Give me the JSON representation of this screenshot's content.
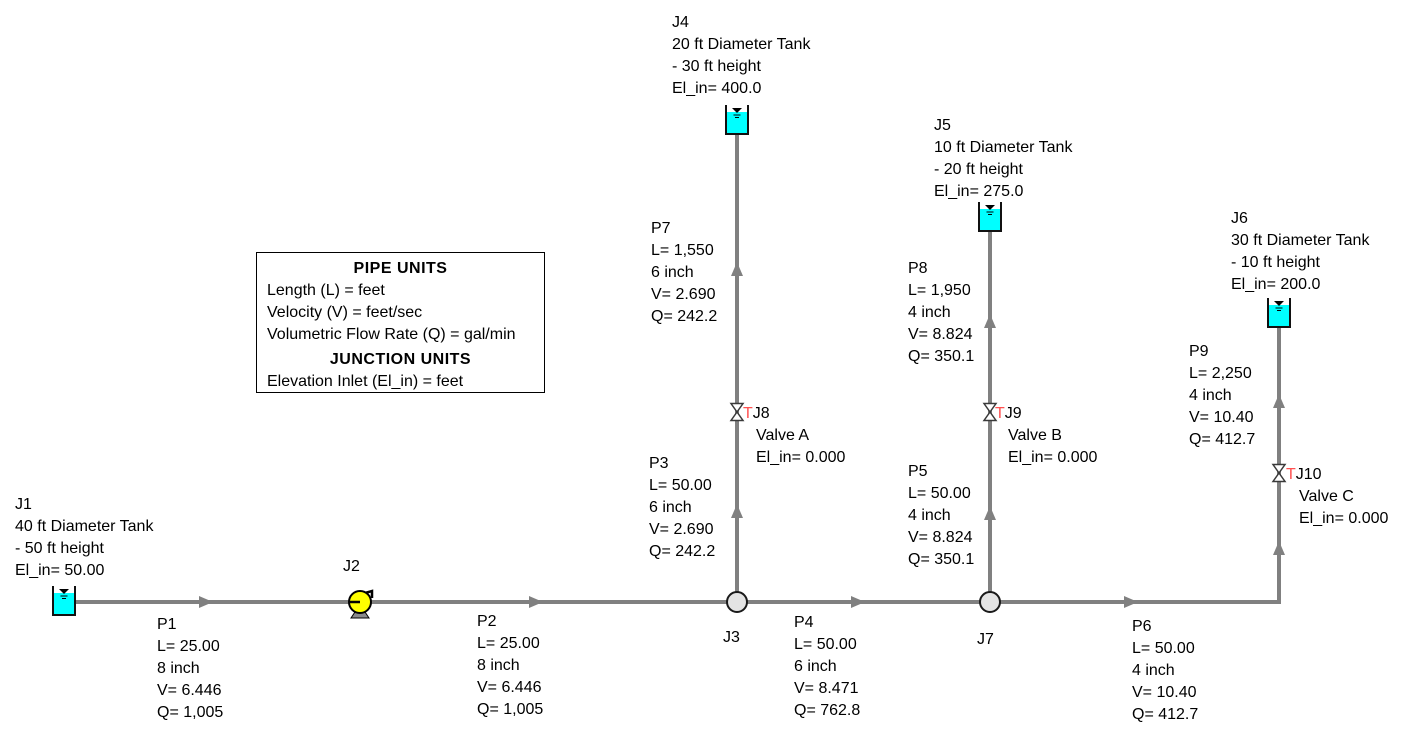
{
  "diagram": {
    "legend": {
      "pipe_units_title": "PIPE UNITS",
      "pipe_unit_lines": [
        "Length (L) = feet",
        "Velocity (V) = feet/sec",
        "Volumetric Flow Rate (Q) = gal/min"
      ],
      "junction_units_title": "JUNCTION UNITS",
      "junction_unit_lines": [
        "Elevation Inlet (El_in) = feet"
      ]
    },
    "junction_labels": {
      "j1": [
        "J1",
        "40 ft Diameter Tank",
        "- 50 ft height",
        "El_in= 50.00"
      ],
      "j2": "J2",
      "j3": "J3",
      "j4": [
        "J4",
        "20 ft Diameter Tank",
        "- 30 ft height",
        "El_in= 400.0"
      ],
      "j5": [
        "J5",
        "10 ft Diameter Tank",
        "- 20 ft height",
        "El_in= 275.0"
      ],
      "j6": [
        "J6",
        "30 ft Diameter Tank",
        "- 10 ft height",
        "El_in= 200.0"
      ],
      "j7": "J7",
      "j8": {
        "tee": "T",
        "id": "J8",
        "name": "Valve A",
        "elev": "El_in= 0.000"
      },
      "j9": {
        "tee": "T",
        "id": "J9",
        "name": "Valve B",
        "elev": "El_in= 0.000"
      },
      "j10": {
        "tee": "T",
        "id": "J10",
        "name": "Valve C",
        "elev": "El_in= 0.000"
      }
    },
    "pipe_labels": {
      "p1": [
        "P1",
        "L= 25.00",
        "8 inch",
        "V= 6.446",
        "Q= 1,005"
      ],
      "p2": [
        "P2",
        "L= 25.00",
        "8 inch",
        "V= 6.446",
        "Q= 1,005"
      ],
      "p3": [
        "P3",
        "L= 50.00",
        "6 inch",
        "V= 2.690",
        "Q= 242.2"
      ],
      "p4": [
        "P4",
        "L= 50.00",
        "6 inch",
        "V= 8.471",
        "Q= 762.8"
      ],
      "p5": [
        "P5",
        "L= 50.00",
        "4 inch",
        "V= 8.824",
        "Q= 350.1"
      ],
      "p6": [
        "P6",
        "L= 50.00",
        "4 inch",
        "V= 10.40",
        "Q= 412.7"
      ],
      "p7": [
        "P7",
        "L= 1,550",
        "6 inch",
        "V= 2.690",
        "Q= 242.2"
      ],
      "p8": [
        "P8",
        "L= 1,950",
        "4 inch",
        "V= 8.824",
        "Q= 350.1"
      ],
      "p9": [
        "P9",
        "L= 2,250",
        "4 inch",
        "V= 10.40",
        "Q= 412.7"
      ]
    },
    "colors": {
      "pipe": "#808080",
      "tank_fill": "#00FFFF",
      "pump_fill": "#FFFF00",
      "junction_fill": "#E4E4E4",
      "valve_fill": "#FFFFFF",
      "tee_marker": "#FF5050",
      "text": "#000000"
    }
  }
}
